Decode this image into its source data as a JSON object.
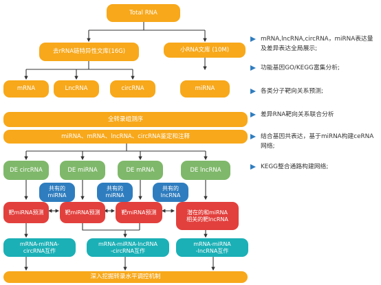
{
  "colors": {
    "orange": "#f7a81b",
    "green": "#7fb86a",
    "blue": "#2f7dbf",
    "red": "#e2403d",
    "teal": "#1bb0b6",
    "arrow": "#333333"
  },
  "nodes": {
    "total_rna": "Total RNA",
    "rrna_lib": "去rRNA链特异性文库(16G)",
    "small_lib": "小RNA文库 (10M)",
    "mrna": "mRNA",
    "lncrna": "LncRNA",
    "circrna": "circRNA",
    "mirna": "miRNA",
    "full_transcriptome": "全转录组测序",
    "identify": "miRNA、mRNA、lncRNA、circRNA鉴定和注释",
    "de_circrna": "DE circRNA",
    "de_mirna": "DE miRNA",
    "de_mrna": "DE mRNA",
    "de_lncrna": "DE lncRNA",
    "shared_mirna_1": "共有的\nmiRNA",
    "shared_mirna_2": "共有的\nmiRNA",
    "shared_lncrna": "共有的\nlncRNA",
    "target_1": "靶miRNA预测",
    "target_2": "靶miRNA预测",
    "target_3": "靶miRNA预测",
    "potential": "潜在的和miRNA\n相关的靶lncRNA",
    "interact_1": "mRNA-miRNA-\ncircRNA互作",
    "interact_2": "mRNA-miRNA-lncRNA\n-circRNA互作",
    "interact_3": "mRNA-miRNA\n-lncRNA互作",
    "final": "深入挖掘转录水平调控机制"
  },
  "legend": [
    {
      "icon": "triangle-bullet-icon",
      "text": "mRNA,lncRNA,circRNA，miRNA表达量及差异表达全局展示;"
    },
    {
      "icon": "triangle-bullet-icon",
      "text": "功能基因GO/KEGG富集分析;"
    },
    {
      "icon": "triangle-bullet-icon",
      "text": "各类分子靶向关系预测;"
    },
    {
      "icon": "triangle-bullet-icon",
      "text": "差异RNA靶向关系联合分析"
    },
    {
      "icon": "triangle-bullet-icon",
      "text": "结合基因共表达，基于miRNA构建ceRNA网络;"
    },
    {
      "icon": "triangle-bullet-icon",
      "text": "KEGG整合通路构建网络;"
    }
  ]
}
